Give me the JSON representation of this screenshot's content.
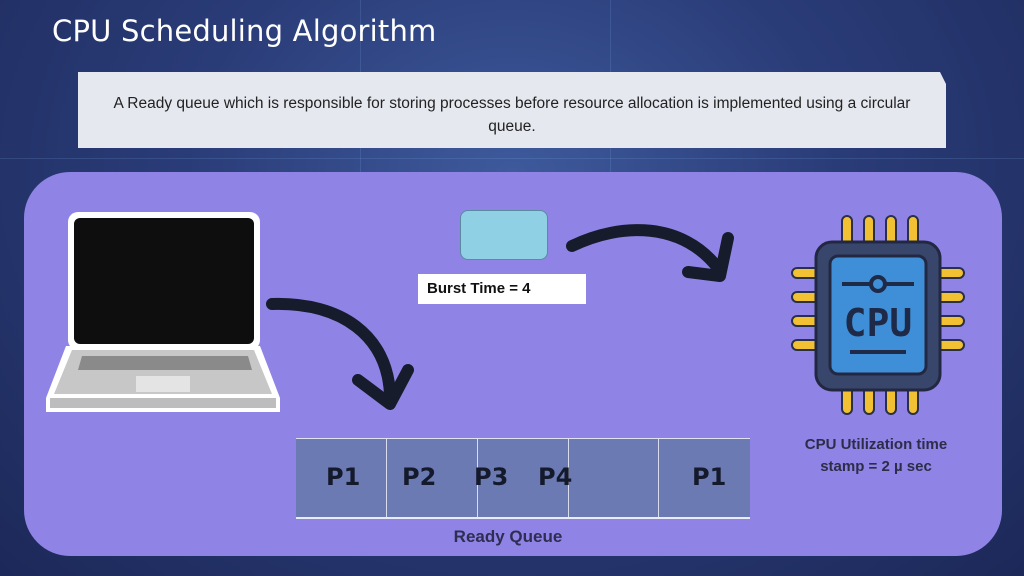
{
  "title": "CPU Scheduling Algorithm",
  "description": "A Ready queue which is responsible for storing processes before resource allocation is implemented using a circular queue.",
  "burst_label": "Burst Time = 4",
  "cpu_caption": "CPU Utilization time stamp = 2 µ sec",
  "cpu_chip_text": "CPU",
  "queue": {
    "slots": [
      "P1",
      "P2",
      "P3",
      "P4",
      "",
      "P1"
    ],
    "caption": "Ready Queue"
  },
  "colors": {
    "panel": "#8f84e6",
    "queue": "#6b7ab2",
    "burst_block": "#8fd0e4",
    "cpu_pins": "#f2c033",
    "cpu_body": "#39466b",
    "cpu_screen": "#3f8fd8"
  },
  "icons": [
    "laptop-icon",
    "curved-arrow-icon",
    "cpu-chip-icon"
  ]
}
